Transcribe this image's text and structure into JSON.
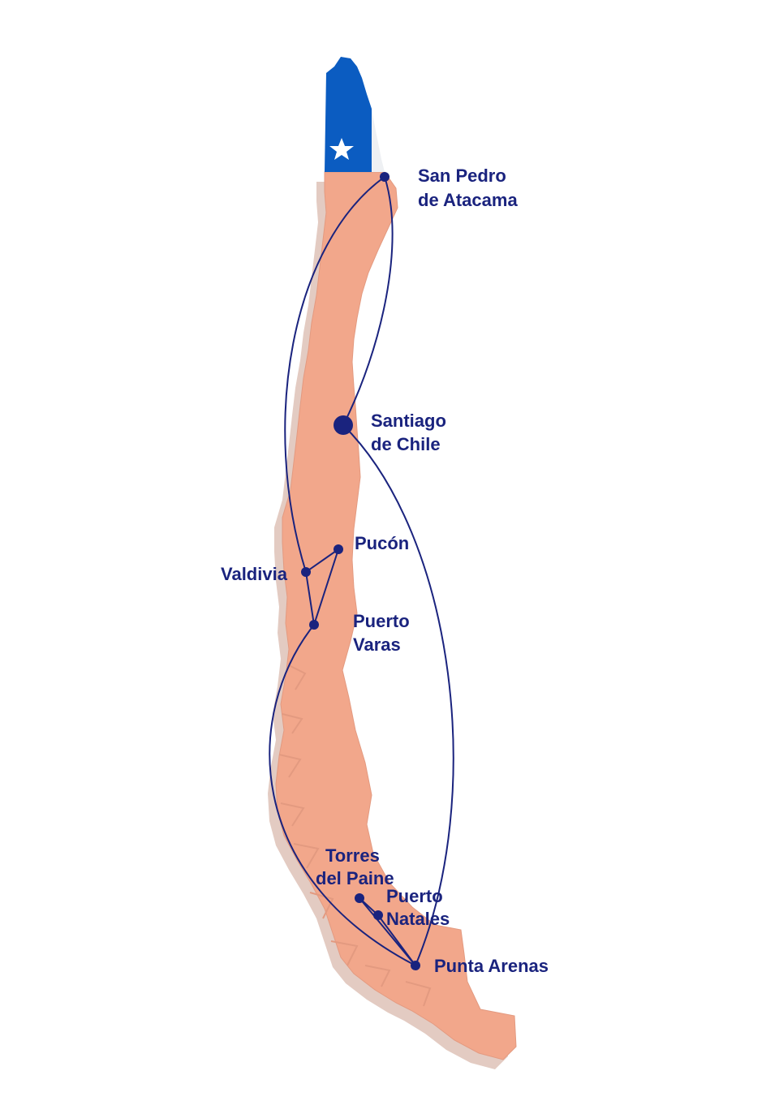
{
  "colors": {
    "land": "#f2a78b",
    "land_shadow": "#e0c7bd",
    "land_edge": "#d98d73",
    "route": "#1a237e",
    "label": "#1a237e",
    "flag_blue": "#0b5cc1",
    "flag_white": "#ffffff",
    "flag_red": "#d52b1e"
  },
  "cities": [
    {
      "id": "san-pedro-de-atacama",
      "lines": [
        "San Pedro",
        "de Atacama"
      ]
    },
    {
      "id": "santiago-de-chile",
      "lines": [
        "Santiago",
        "de Chile"
      ]
    },
    {
      "id": "pucon",
      "lines": [
        "Pucón"
      ]
    },
    {
      "id": "valdivia",
      "lines": [
        "Valdivia"
      ]
    },
    {
      "id": "puerto-varas",
      "lines": [
        "Puerto",
        "Varas"
      ]
    },
    {
      "id": "torres-del-paine",
      "lines": [
        "Torres",
        "del Paine"
      ]
    },
    {
      "id": "puerto-natales",
      "lines": [
        "Puerto",
        "Natales"
      ]
    },
    {
      "id": "punta-arenas",
      "lines": [
        "Punta Arenas"
      ]
    }
  ],
  "flag_icon": "chile-flag-star-icon"
}
